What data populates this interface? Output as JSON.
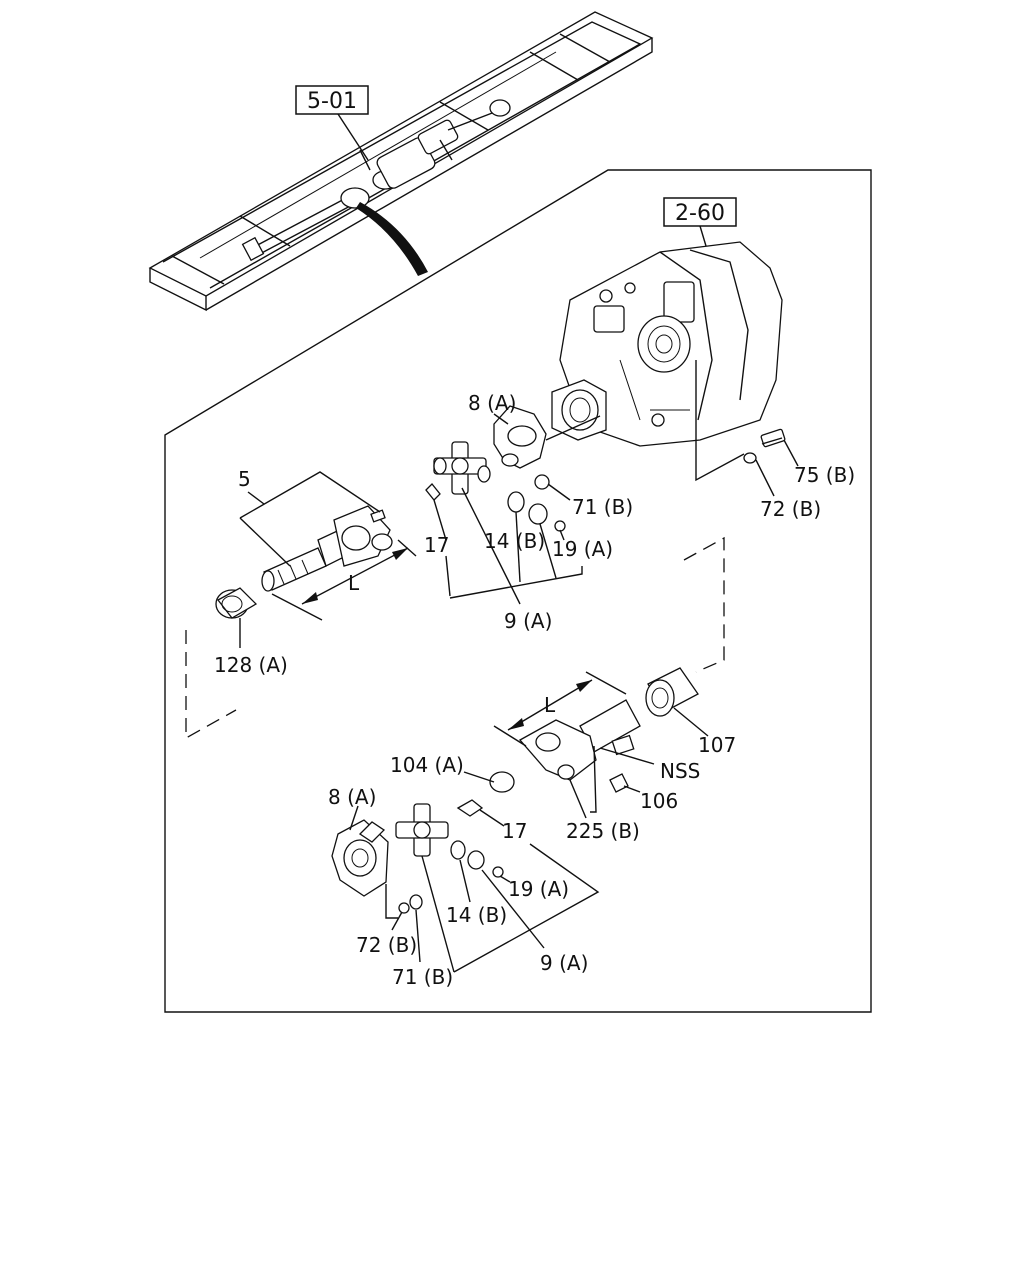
{
  "refs": {
    "frame": "5-01",
    "transmission": "2-60"
  },
  "labels": {
    "yoke_top": "8 (A)",
    "shaft": "5",
    "flange_nut_top": "71 (B)",
    "bolt": "75 (B)",
    "washer_top": "72 (B)",
    "grease_top": "17",
    "bearing_top": "14 (B)",
    "snap_top": "19 (A)",
    "joint_top": "9 (A)",
    "length_top": "L",
    "sleeve": "128 (A)",
    "length_bottom": "L",
    "boot": "107",
    "nss": "NSS",
    "fitting": "106",
    "plug": "104 (A)",
    "yoke_tube": "225 (B)",
    "yoke_bottom": "8 (A)",
    "grease_bottom": "17",
    "snap_bottom": "19 (A)",
    "bearing_bottom": "14 (B)",
    "washer_bottom": "72 (B)",
    "joint_bottom": "9 (A)",
    "nut_bottom": "71 (B)"
  }
}
